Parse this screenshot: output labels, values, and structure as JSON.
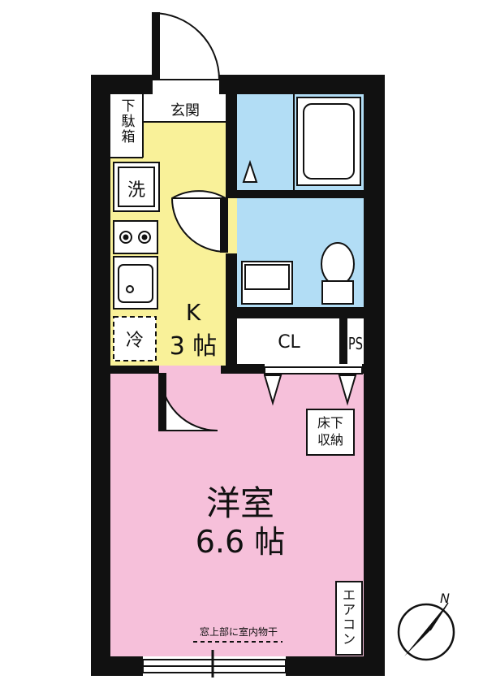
{
  "rooms": {
    "entrance": "玄関",
    "shoe_box": "下駄箱",
    "washer": "洗",
    "fridge": "冷",
    "kitchen": {
      "name": "K",
      "size": "3 帖"
    },
    "closet": "CL",
    "pipe_space": "PS",
    "western_room": {
      "name": "洋室",
      "size": "6.6 帖"
    },
    "underfloor_storage": "床下\n収納",
    "air_conditioner": "エアコン",
    "window_drying": "窓上部に室内物干"
  },
  "compass": {
    "north": "N"
  },
  "colors": {
    "kitchen": "#f9f199",
    "bath": "#b2ddf5",
    "western_room": "#f6c0da",
    "wall": "#111111"
  }
}
